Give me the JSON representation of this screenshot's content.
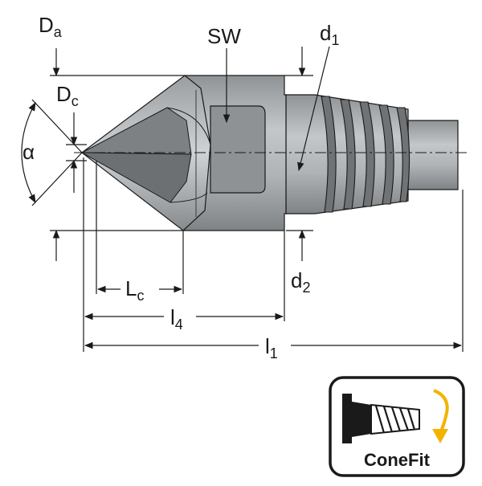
{
  "labels": {
    "da": {
      "main": "D",
      "sub": "a"
    },
    "dc": {
      "main": "D",
      "sub": "c"
    },
    "alpha": {
      "main": "α"
    },
    "sw": {
      "main": "SW"
    },
    "d1": {
      "main": "d",
      "sub": "1"
    },
    "d2": {
      "main": "d",
      "sub": "2"
    },
    "lc": {
      "main": "L",
      "sub": "c"
    },
    "l4": {
      "main": "l",
      "sub": "4"
    },
    "l1": {
      "main": "l",
      "sub": "1"
    }
  },
  "badge": {
    "text": "ConeFit",
    "arrow_color": "#f2b300"
  },
  "colors": {
    "body_fill": "#a9acae",
    "body_dark": "#6f7375",
    "line": "#1a1a1a"
  }
}
